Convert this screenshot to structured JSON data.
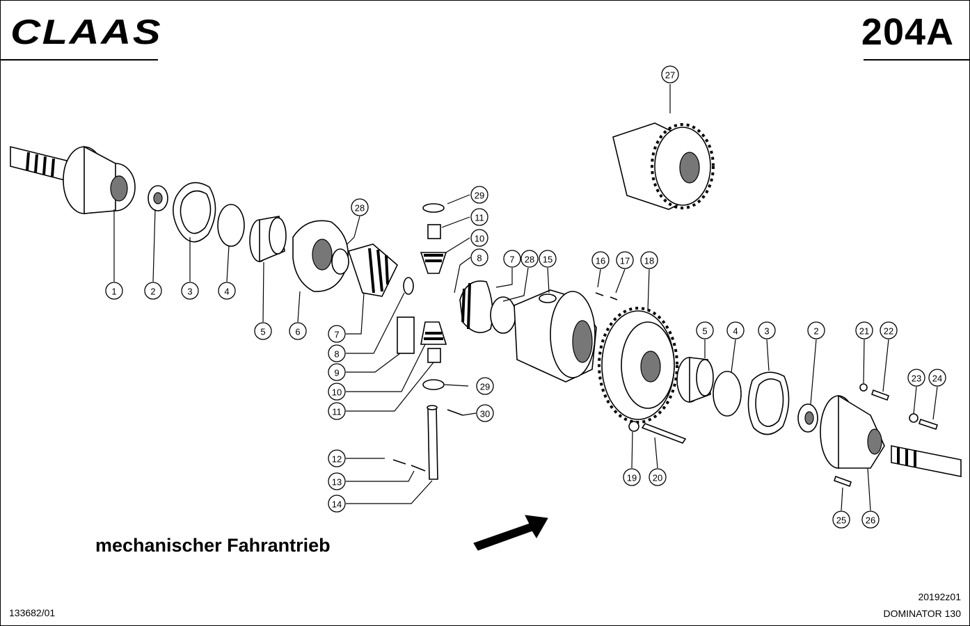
{
  "header": {
    "brand_logo_text": "CLAAS",
    "sheet_number": "204A"
  },
  "caption": "mechanischer Fahrantrieb",
  "footer": {
    "document_number": "133682/01",
    "figure_number": "20192z01",
    "model": "DOMINATOR 130"
  },
  "callouts": [
    {
      "id": "c1",
      "label": "1"
    },
    {
      "id": "c2",
      "label": "2"
    },
    {
      "id": "c3",
      "label": "3"
    },
    {
      "id": "c4",
      "label": "4"
    },
    {
      "id": "c5",
      "label": "5"
    },
    {
      "id": "c6",
      "label": "6"
    },
    {
      "id": "c7",
      "label": "7"
    },
    {
      "id": "c8",
      "label": "8"
    },
    {
      "id": "c9",
      "label": "9"
    },
    {
      "id": "c10",
      "label": "10"
    },
    {
      "id": "c11",
      "label": "11"
    },
    {
      "id": "c12",
      "label": "12"
    },
    {
      "id": "c13",
      "label": "13"
    },
    {
      "id": "c14",
      "label": "14"
    },
    {
      "id": "c29a",
      "label": "29"
    },
    {
      "id": "c11a",
      "label": "11"
    },
    {
      "id": "c10a",
      "label": "10"
    },
    {
      "id": "c8a",
      "label": "8"
    },
    {
      "id": "c29b",
      "label": "29"
    },
    {
      "id": "c30",
      "label": "30"
    },
    {
      "id": "c28a",
      "label": "28"
    },
    {
      "id": "c7a",
      "label": "7"
    },
    {
      "id": "c28b",
      "label": "28"
    },
    {
      "id": "c15",
      "label": "15"
    },
    {
      "id": "c16",
      "label": "16"
    },
    {
      "id": "c17",
      "label": "17"
    },
    {
      "id": "c18",
      "label": "18"
    },
    {
      "id": "c27",
      "label": "27"
    },
    {
      "id": "c19",
      "label": "19"
    },
    {
      "id": "c20",
      "label": "20"
    },
    {
      "id": "c5b",
      "label": "5"
    },
    {
      "id": "c4b",
      "label": "4"
    },
    {
      "id": "c3b",
      "label": "3"
    },
    {
      "id": "c2b",
      "label": "2"
    },
    {
      "id": "c21",
      "label": "21"
    },
    {
      "id": "c22",
      "label": "22"
    },
    {
      "id": "c23",
      "label": "23"
    },
    {
      "id": "c24",
      "label": "24"
    },
    {
      "id": "c25",
      "label": "25"
    },
    {
      "id": "c26",
      "label": "26"
    }
  ]
}
